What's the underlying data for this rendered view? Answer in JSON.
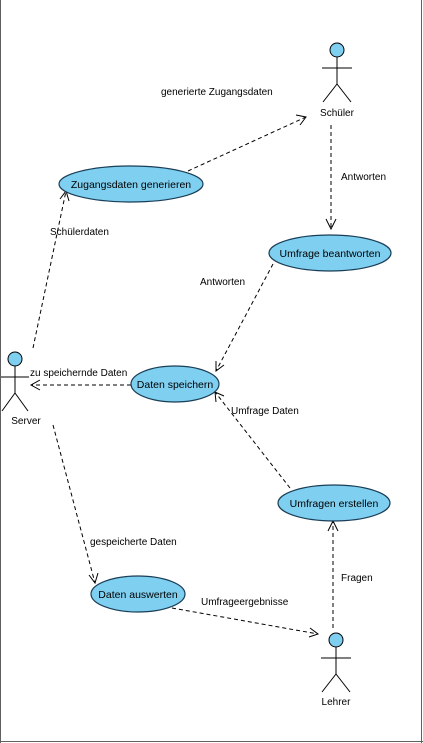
{
  "colors": {
    "usecase_fill": "#7fcff0",
    "usecase_stroke": "#1a3e57",
    "actor_head_fill": "#7fcff0",
    "frame_border": "#606060"
  },
  "actors": {
    "schueler": "Schüler",
    "server": "Server",
    "lehrer": "Lehrer"
  },
  "usecases": {
    "zugangsdaten_generieren": "Zugangsdaten generieren",
    "umfrage_beantworten": "Umfrage beantworten",
    "daten_speichern": "Daten speichern",
    "umfragen_erstellen": "Umfragen erstellen",
    "daten_auswerten": "Daten auswerten"
  },
  "flows": {
    "generierte_zugangsdaten": "generierte Zugangsdaten",
    "schuelerdaten": "Schülerdaten",
    "antworten_schueler": "Antworten",
    "antworten_speichern": "Antworten",
    "zu_speichernde_daten": "zu speichernde Daten",
    "umfrage_daten": "Umfrage Daten",
    "fragen": "Fragen",
    "gespeicherte_daten": "gespeicherte Daten",
    "umfrageergebnisse": "Umfrageergebnisse"
  }
}
